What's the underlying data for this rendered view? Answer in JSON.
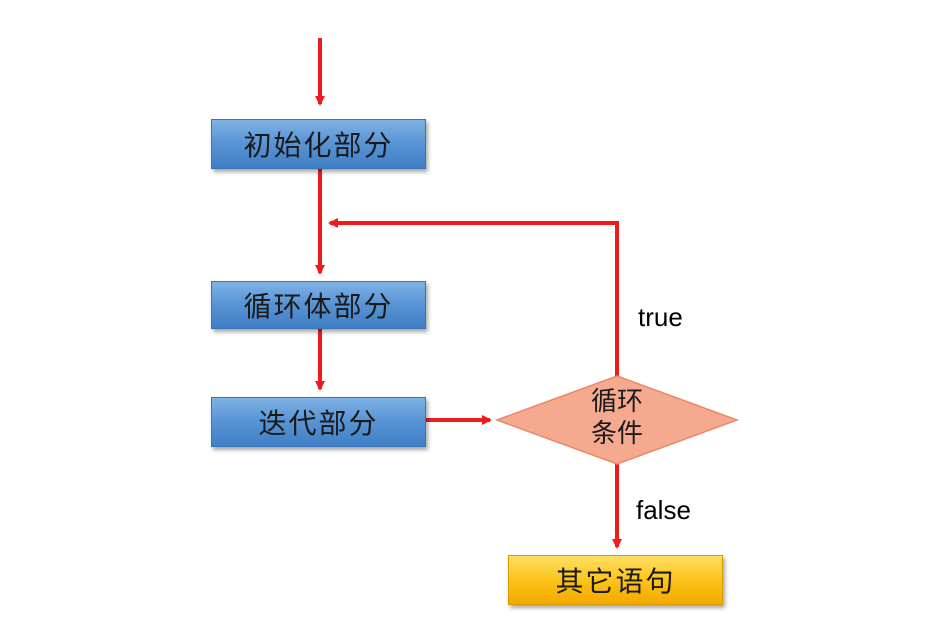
{
  "nodes": {
    "init": "初始化部分",
    "body": "循环体部分",
    "iteration": "迭代部分",
    "condition_line1": "循环",
    "condition_line2": "条件",
    "other": "其它语句"
  },
  "edge_labels": {
    "true": "true",
    "false": "false"
  },
  "colors": {
    "arrow": "#ee1c1c",
    "process_box": "#5a96d6",
    "condition_fill": "#f5a98f",
    "exit_box": "#fcc419"
  }
}
